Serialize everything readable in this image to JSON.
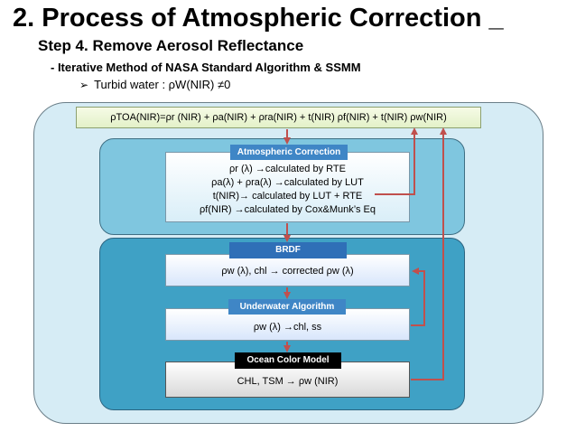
{
  "header": {
    "title": "2. Process of Atmospheric Correction _",
    "subtitle": "Step 4. Remove Aerosol Reflectance",
    "method": "- Iterative Method of NASA Standard Algorithm & SSMM",
    "bullet": "Turbid water : ρW(NIR) ≠0"
  },
  "equation": "ρTOA(NIR)=ρr (NIR) + ρa(NIR) + ρra(NIR) + t(NIR) ρf(NIR) + t(NIR) ρw(NIR)",
  "atmospheric_correction": {
    "tag": "Atmospheric Correction",
    "lines": [
      "ρr (λ) →calculated by RTE",
      "ρa(λ) + ρra(λ) →calculated by LUT",
      "t(NIR)→ calculated by LUT + RTE",
      "ρf(NIR) →calculated by Cox&Munk’s Eq"
    ]
  },
  "brdf": {
    "tag": "BRDF",
    "text": "ρw (λ), chl → corrected ρw (λ)"
  },
  "underwater": {
    "tag": "Underwater Algorithm",
    "text": "ρw (λ) →chl, ss"
  },
  "ocean_color": {
    "tag": "Ocean Color Model",
    "text": "CHL, TSM → ρw (NIR)"
  },
  "colors": {
    "feedback_arrow": "#c0504d",
    "outer_panel": "#d6ecf5",
    "atm_panel": "#7fc6df",
    "ocean_panel": "#3fa1c5"
  }
}
